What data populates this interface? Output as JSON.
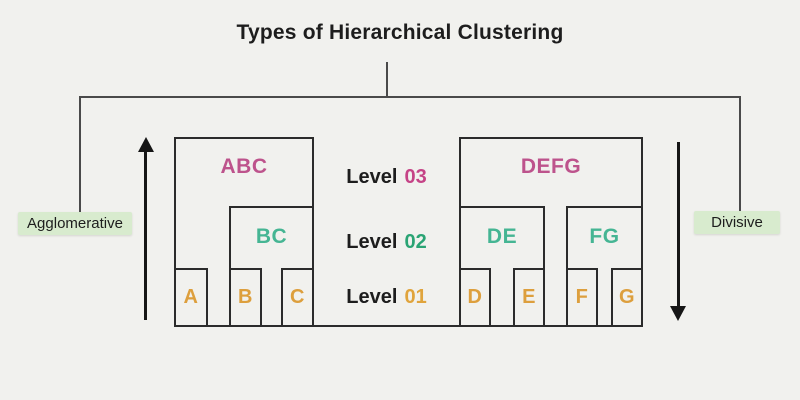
{
  "title": "Types of Hierarchical Clustering",
  "side_labels": {
    "left": "Agglomerative",
    "right": "Divisive"
  },
  "levels": [
    {
      "word": "Level",
      "num": "03"
    },
    {
      "word": "Level",
      "num": "02"
    },
    {
      "word": "Level",
      "num": "01"
    }
  ],
  "left_tree": {
    "root": "ABC",
    "mid": "BC",
    "leaves": [
      "A",
      "B",
      "C"
    ]
  },
  "right_tree": {
    "root": "DEFG",
    "mids": [
      "DE",
      "FG"
    ],
    "leaves": [
      "D",
      "E",
      "F",
      "G"
    ]
  },
  "colors": {
    "background": "#f1f1ee",
    "box_border": "#2b2b2b",
    "line": "#4a4a4a",
    "arrow": "#161616",
    "ink": "#1d1d1d",
    "pink": "#bd538c",
    "pink_num": "#c54386",
    "teal": "#45b593",
    "teal_num": "#2aa474",
    "orange": "#dd9f3d",
    "orange_num": "#e0a43c",
    "label_bg": "#d8ebce"
  }
}
